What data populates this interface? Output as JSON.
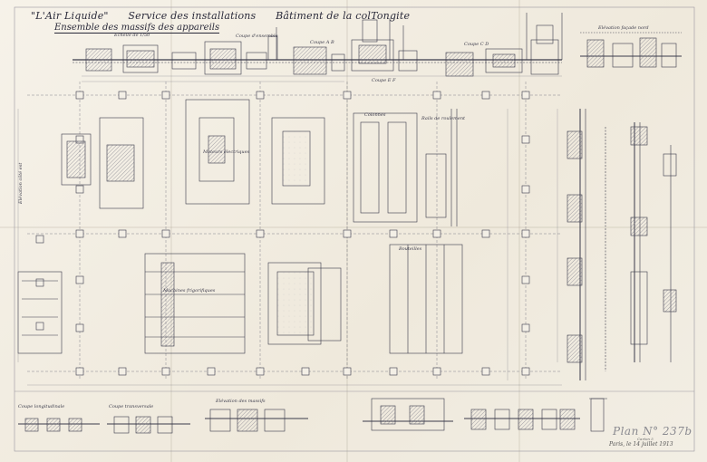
{
  "header": {
    "company": "\"L'Air Liquide\"",
    "service": "Service des installations",
    "building": "Bâtiment de la colTongite",
    "subtitle": "Ensemble des massifs des appareils"
  },
  "labels": {
    "coupe_top": "Coupe d'ensemble",
    "coupe_ab": "Coupe A B",
    "coupe_cd": "Coupe C D",
    "coupe_ef": "Coupe E F",
    "elevation_right": "Elévation façade nord",
    "moteurs": "Moteurs électriques",
    "machines": "Machines frigorifiques",
    "colonnes": "Colonnes",
    "bouteilles": "Bouteilles",
    "rails": "Rails de roulement",
    "elevation_left": "Elévation côté est",
    "coupe_bottom_left": "Coupe longitudinale",
    "coupe_bottom_mid": "Coupe transversale",
    "elevation_bottom": "Elévation des massifs",
    "echelle": "Echelle de 1/50"
  },
  "stamp": {
    "number": "Plan N° 237b",
    "sub": "Carton 5",
    "date": "Paris, le 14 juillet 1913"
  },
  "colors": {
    "ink": "#3a3a4a",
    "paper": "#f3efe6",
    "hatch": "#6a6a7a"
  }
}
